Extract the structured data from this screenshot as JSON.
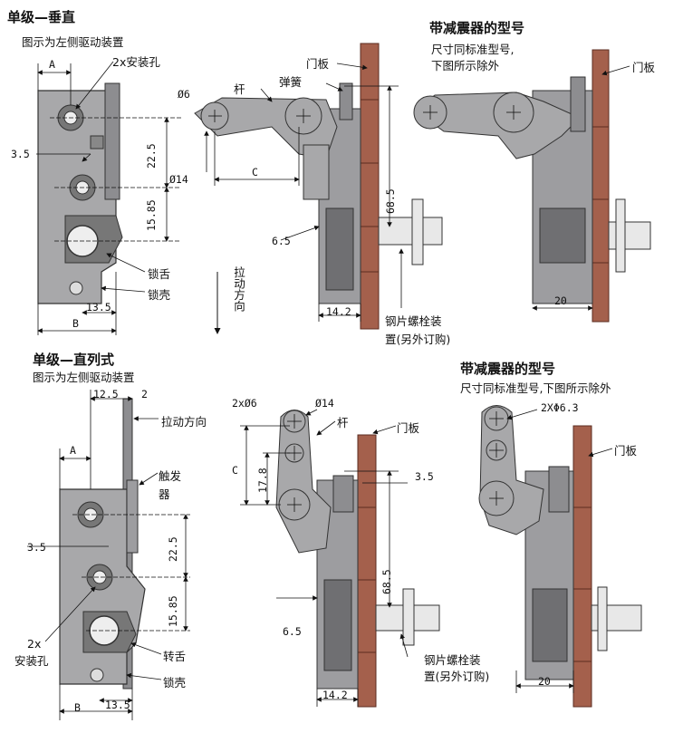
{
  "colors": {
    "metal": "#a9a9ab",
    "metal_dark": "#6f6f72",
    "door": "#a4604c",
    "door_edge": "#5b2d20",
    "hole": "#eeeeee"
  },
  "top_left": {
    "title": "单级—垂直",
    "subtitle": "图示为左侧驱动装置",
    "label_a": "A",
    "label_b": "B",
    "holes": "2x安装孔",
    "dim_35": "3.5",
    "dim_225": "22.5",
    "dim_1585": "15.85",
    "dim_135": "13.5",
    "latch": "锁舌",
    "housing": "锁壳"
  },
  "pull_dir": "拉动方向",
  "top_mid": {
    "dia6": "Ø6",
    "rod": "杆",
    "spring": "弹簧",
    "door": "门板",
    "dia14": "Ø14",
    "label_c": "C",
    "dim_685": "68.5",
    "dim_65": "6.5",
    "dim_142": "14.2",
    "bolt_1": "钢片螺栓装",
    "bolt_2": "置(另外订购)"
  },
  "top_right": {
    "title": "带减震器的型号",
    "line1": "尺寸同标准型号,",
    "line2": "下图所示除外",
    "door": "门板",
    "dim_20": "20"
  },
  "bottom_left": {
    "title": "单级—直列式",
    "subtitle": "图示为左侧驱动装置",
    "dim_125": "12.5",
    "dim_2": "2",
    "pull_dir": "拉动方向",
    "label_a": "A",
    "trigger_1": "触发",
    "trigger_2": "器",
    "dim_35": "3.5",
    "dim_225": "22.5",
    "dim_1585": "15.85",
    "holes_1": "2x",
    "holes_2": "安装孔",
    "rotor": "转舌",
    "housing": "锁壳",
    "label_b": "B",
    "dim_135": "13.5"
  },
  "bottom_mid": {
    "dia6": "2xØ6",
    "dia14": "Ø14",
    "rod": "杆",
    "door": "门板",
    "label_c": "C",
    "dim_178": "17.8",
    "dim_35": "3.5",
    "dim_685": "68.5",
    "dim_65": "6.5",
    "dim_142": "14.2",
    "bolt_1": "钢片螺栓装",
    "bolt_2": "置(另外订购)"
  },
  "bottom_right": {
    "title": "带减震器的型号",
    "line1": "尺寸同标准型号,下图所示除外",
    "holes": "2XΦ6.3",
    "door": "门板",
    "dim_20": "20"
  }
}
